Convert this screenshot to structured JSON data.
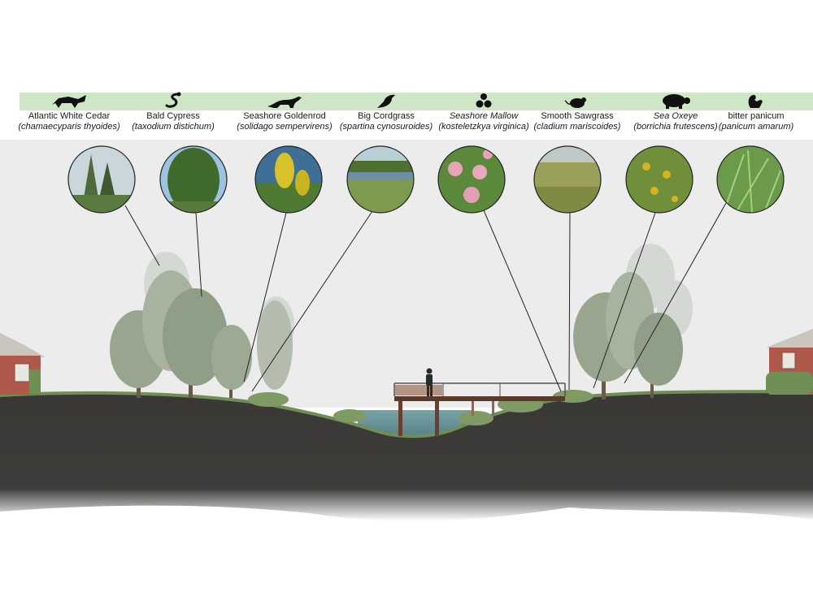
{
  "species": [
    {
      "common": "Atlantic White Cedar",
      "scientific": "(chamaecyparis thyoides)",
      "animal": "raccoon-icon",
      "italic_common": false
    },
    {
      "common": "Bald Cypress",
      "scientific": "(taxodium distichum)",
      "animal": "snake-icon",
      "italic_common": false
    },
    {
      "common": "Seashore Goldenrod",
      "scientific": "(solidago sempervirens)",
      "animal": "otter-icon",
      "italic_common": false
    },
    {
      "common": "Big Cordgrass",
      "scientific": "(spartina cynosuroides)",
      "animal": "bird-icon",
      "italic_common": false
    },
    {
      "common": "Seashore Mallow",
      "scientific": "(kosteletzkya virginica)",
      "animal": "bee-icon",
      "italic_common": true
    },
    {
      "common": "Smooth Sawgrass",
      "scientific": "(cladium mariscoides)",
      "animal": "mouse-icon",
      "italic_common": false
    },
    {
      "common": "Sea Oxeye",
      "scientific": "(borrichia frutescens)",
      "animal": "turtle-icon",
      "italic_common": true
    },
    {
      "common": "bitter panicum",
      "scientific": "(panicum amarum)",
      "animal": "squirrel-icon",
      "italic_common": false
    }
  ],
  "colors": {
    "band": "#cfe6c6",
    "soil": "#3a3835",
    "water": "#6f9aa0",
    "foliage": "#9aa894",
    "grass": "#7f9a64",
    "house": "#b0584a"
  }
}
